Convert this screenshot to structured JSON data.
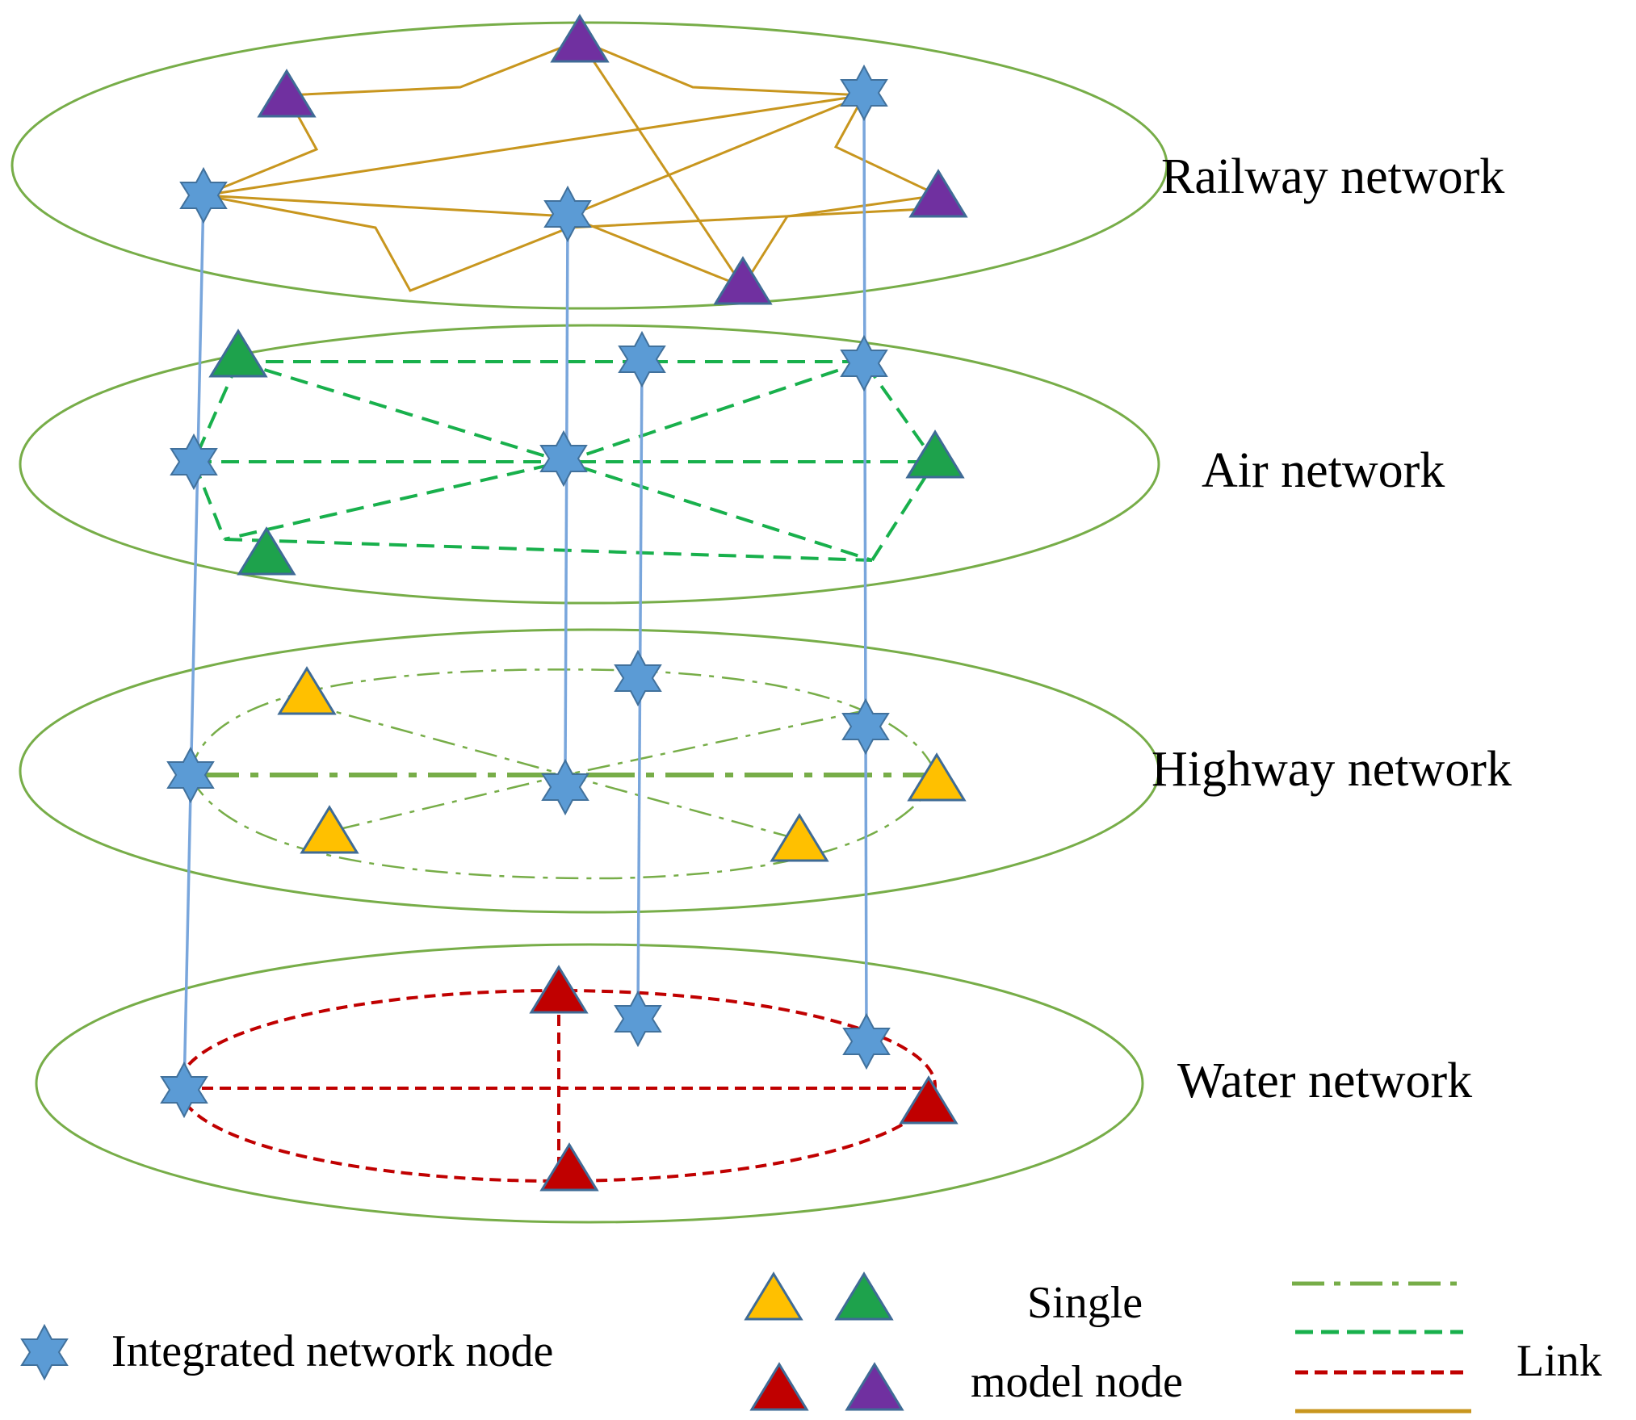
{
  "colors": {
    "layer_ellipse": "#77ad48",
    "railway_link": "#c8961e",
    "air_link": "#18b04c",
    "highway_link": "#77ad48",
    "water_link": "#c00000",
    "vertical_link": "#79a6dc",
    "integrated_node": "#5b9bd5",
    "integrated_node_stroke": "#41719c",
    "railway_node": "#7030a0",
    "air_node": "#1ea24c",
    "highway_node": "#ffc000",
    "water_node": "#c00000",
    "triangle_stroke": "#3f6b96"
  },
  "layers": {
    "railway": {
      "label": "Railway network"
    },
    "air": {
      "label": "Air network"
    },
    "highway": {
      "label": "Highway network"
    },
    "water": {
      "label": "Water network"
    }
  },
  "legend": {
    "integrated_node": "Integrated network node",
    "single_node_line1": "Single",
    "single_node_line2": "model node",
    "link": "Link"
  }
}
